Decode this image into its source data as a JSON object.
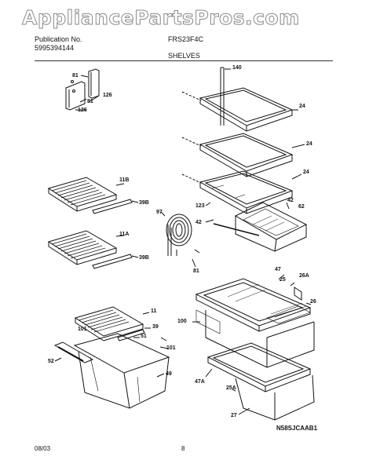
{
  "watermark": "AppliancePartsPros.com",
  "header": {
    "publication_label": "Publication No.",
    "publication_no": "5995394144",
    "model": "FRS23F4C",
    "section": "SHELVES"
  },
  "footer": {
    "date": "08/03",
    "page": "8",
    "code": "N58SJCAAB1"
  },
  "callouts": {
    "c81a": "81",
    "c126a": "126",
    "c81b": "81",
    "c126b": "126",
    "c140": "140",
    "c24a": "24",
    "c24b": "24",
    "c24c": "24",
    "c11b": "11B",
    "c39b_1": "39B",
    "c123": "123",
    "c42a": "42",
    "c62": "62",
    "c97": "97",
    "c42b": "42",
    "c81c": "81",
    "c11a": "11A",
    "c39b_2": "39B",
    "c47": "47",
    "c25": "25",
    "c26a": "26A",
    "c26": "26",
    "c11": "11",
    "c39": "39",
    "c101a": "101",
    "c51": "51",
    "c101b": "101",
    "c52": "52",
    "c49": "49",
    "c100": "100",
    "c47a": "47A",
    "c25a": "25A",
    "c27": "27"
  }
}
